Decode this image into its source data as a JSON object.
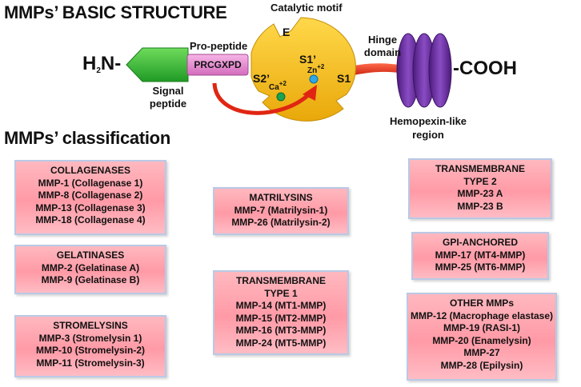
{
  "diagram": {
    "structure_title": "MMPs’ BASIC STRUCTURE",
    "classification_title": "MMPs’ classification",
    "n_terminus": {
      "main": "H",
      "sub": "2",
      "rest": "N-"
    },
    "c_terminus": "-COOH",
    "signal_peptide": {
      "line1": "Signal",
      "line2": "peptide"
    },
    "pro_peptide": {
      "label": "Pro-peptide",
      "motif": "PRCGXPD"
    },
    "catalytic": {
      "label": "Catalytic motif",
      "e": "E",
      "s1p": "S1’",
      "s2p": "S2’",
      "s1": "S1",
      "zn": {
        "main": "Zn",
        "sup": "+2"
      },
      "ca": {
        "main": "Ca",
        "sup": "+2"
      }
    },
    "hinge": {
      "line1": "Hinge",
      "line2": "domain"
    },
    "hemopexin": {
      "line1": "Hemopexin-like",
      "line2": "region"
    },
    "colors": {
      "signal_green": "#3cbf3a",
      "propeptide_pink": "#e68fd0",
      "catalytic_yellow": "#f6c21b",
      "hinge_red": "#e23a1e",
      "hemopexin_purple": "#6a2aa0",
      "box_pink": "#ff9aa6",
      "box_border": "#b9c9e6"
    }
  },
  "classes": [
    {
      "id": "collagenases",
      "header": [
        "COLLAGENASES"
      ],
      "items": [
        "MMP-1 (Collagenase 1)",
        "MMP-8 (Collagenase 2)",
        "MMP-13 (Collagenase 3)",
        "MMP-18 (Collagenase 4)"
      ]
    },
    {
      "id": "gelatinases",
      "header": [
        "GELATINASES"
      ],
      "items": [
        "MMP-2 (Gelatinase A)",
        "MMP-9 (Gelatinase B)"
      ]
    },
    {
      "id": "stromelysins",
      "header": [
        "STROMELYSINS"
      ],
      "items": [
        "MMP-3 (Stromelysin 1)",
        "MMP-10 (Stromelysin-2)",
        "MMP-11 (Stromelysin-3)"
      ]
    },
    {
      "id": "matrilysins",
      "header": [
        "MATRILYSINS"
      ],
      "items": [
        "MMP-7 (Matrilysin-1)",
        "MMP-26 (Matrilysin-2)"
      ]
    },
    {
      "id": "transmembrane-1",
      "header": [
        "TRANSMEMBRANE",
        "TYPE 1"
      ],
      "items": [
        "MMP-14 (MT1-MMP)",
        "MMP-15 (MT2-MMP)",
        "MMP-16 (MT3-MMP)",
        "MMP-24 (MT5-MMP)"
      ]
    },
    {
      "id": "transmembrane-2",
      "header": [
        "TRANSMEMBRANE",
        "TYPE 2"
      ],
      "items": [
        "MMP-23 A",
        "MMP-23 B"
      ]
    },
    {
      "id": "gpi-anchored",
      "header": [
        "GPI-ANCHORED"
      ],
      "items": [
        "MMP-17 (MT4-MMP)",
        "MMP-25 (MT6-MMP)"
      ]
    },
    {
      "id": "other",
      "header": [
        "OTHER MMPs"
      ],
      "items": [
        "MMP-12 (Macrophage elastase)",
        "MMP-19 (RASI-1)",
        "MMP-20 (Enamelysin)",
        "MMP-27",
        "MMP-28 (Epilysin)"
      ]
    }
  ]
}
